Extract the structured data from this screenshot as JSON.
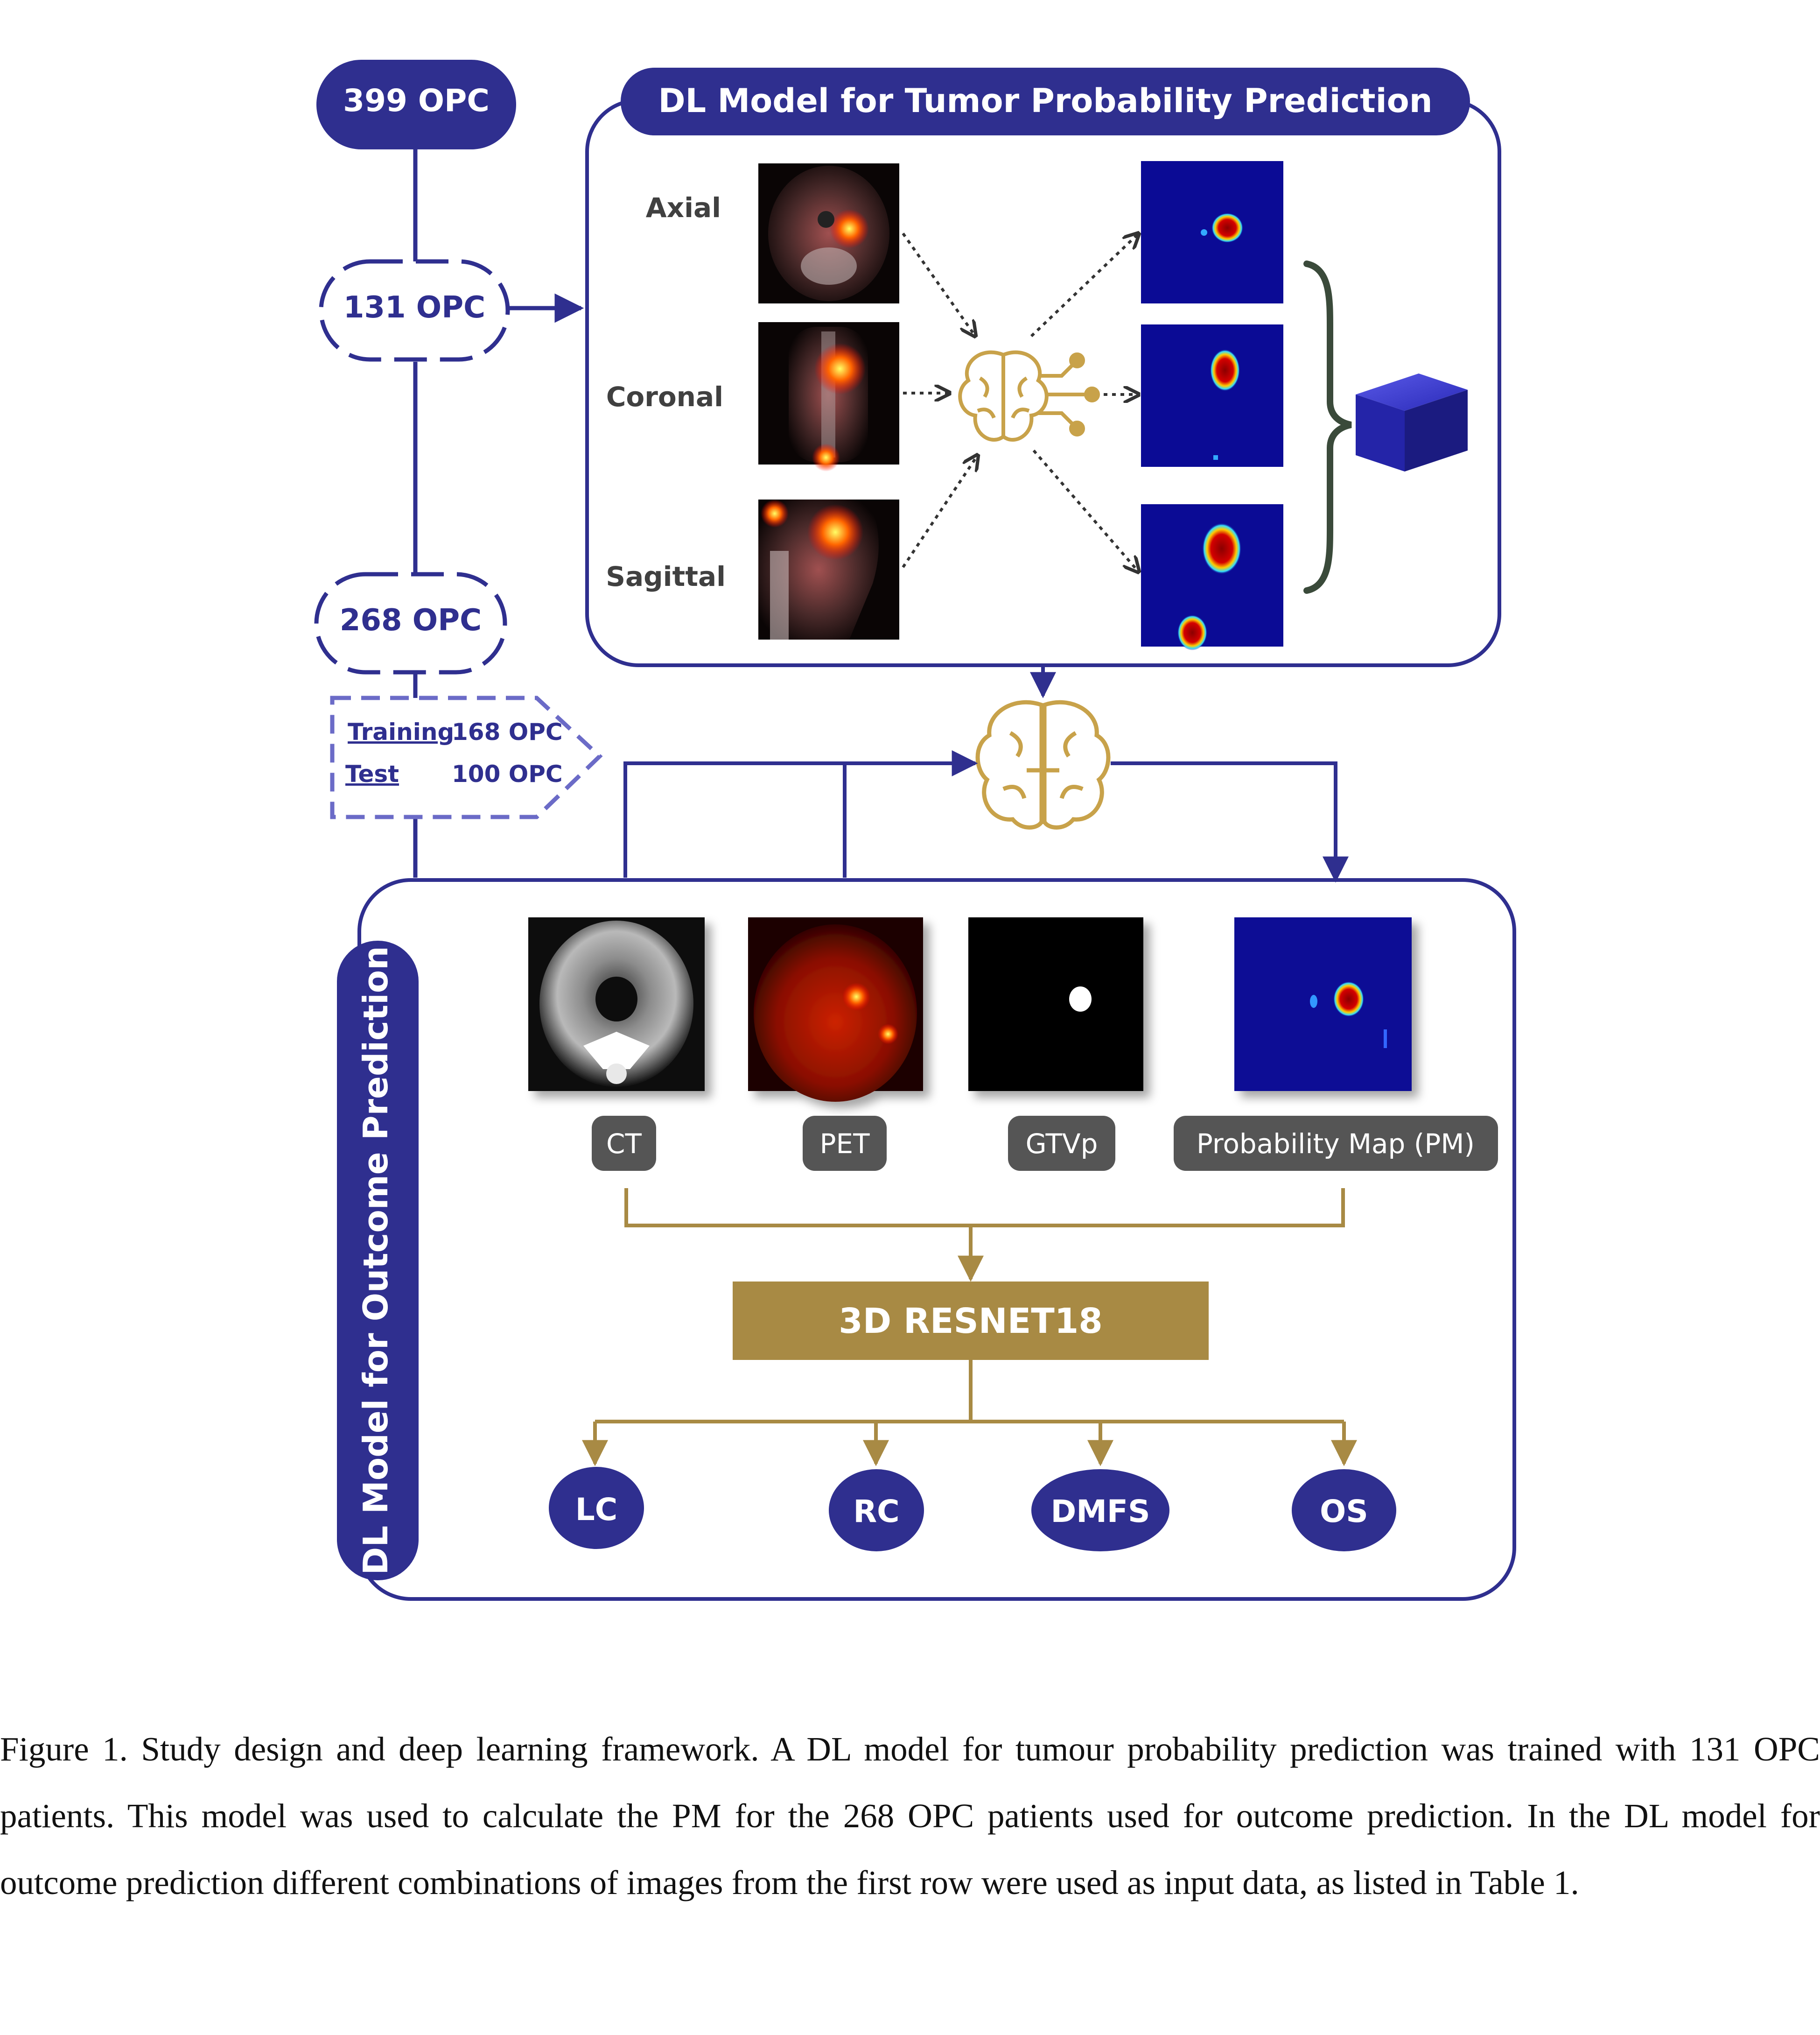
{
  "colors": {
    "navy": "#2f2f8f",
    "navy_light": "#6b6bc7",
    "gold": "#a88a44",
    "gray_label": "#555555",
    "white": "#ffffff",
    "map_blue": "#0b0b95"
  },
  "cohort": {
    "total": "399 OPC",
    "tumor_training": "131 OPC",
    "outcome": "268 OPC",
    "split": {
      "training_label": "Training",
      "training_value": "168 OPC",
      "test_label": "Test",
      "test_value": "100 OPC"
    }
  },
  "tumor_model": {
    "title": "DL Model for Tumor Probability Prediction",
    "views": [
      "Axial",
      "Coronal",
      "Sagittal"
    ],
    "brain_icon": "brain-network-icon",
    "output_icon": "cube-icon"
  },
  "outcome_model": {
    "title": "DL Model for Outcome Prediction",
    "inputs": [
      "CT",
      "PET",
      "GTVp",
      "Probability Map (PM)"
    ],
    "network": "3D RESNET18",
    "endpoints": [
      "LC",
      "RC",
      "DMFS",
      "OS"
    ],
    "brain_icon": "brain-icon"
  },
  "caption": {
    "text": "Figure 1. Study design and deep learning framework. A DL model for tumour probability prediction was trained with 131 OPC patients. This model was used to calculate the PM for the 268 OPC patients used for outcome prediction. In the DL model for outcome prediction different combinations of images from the first row were used as input data, as listed in Table 1."
  }
}
